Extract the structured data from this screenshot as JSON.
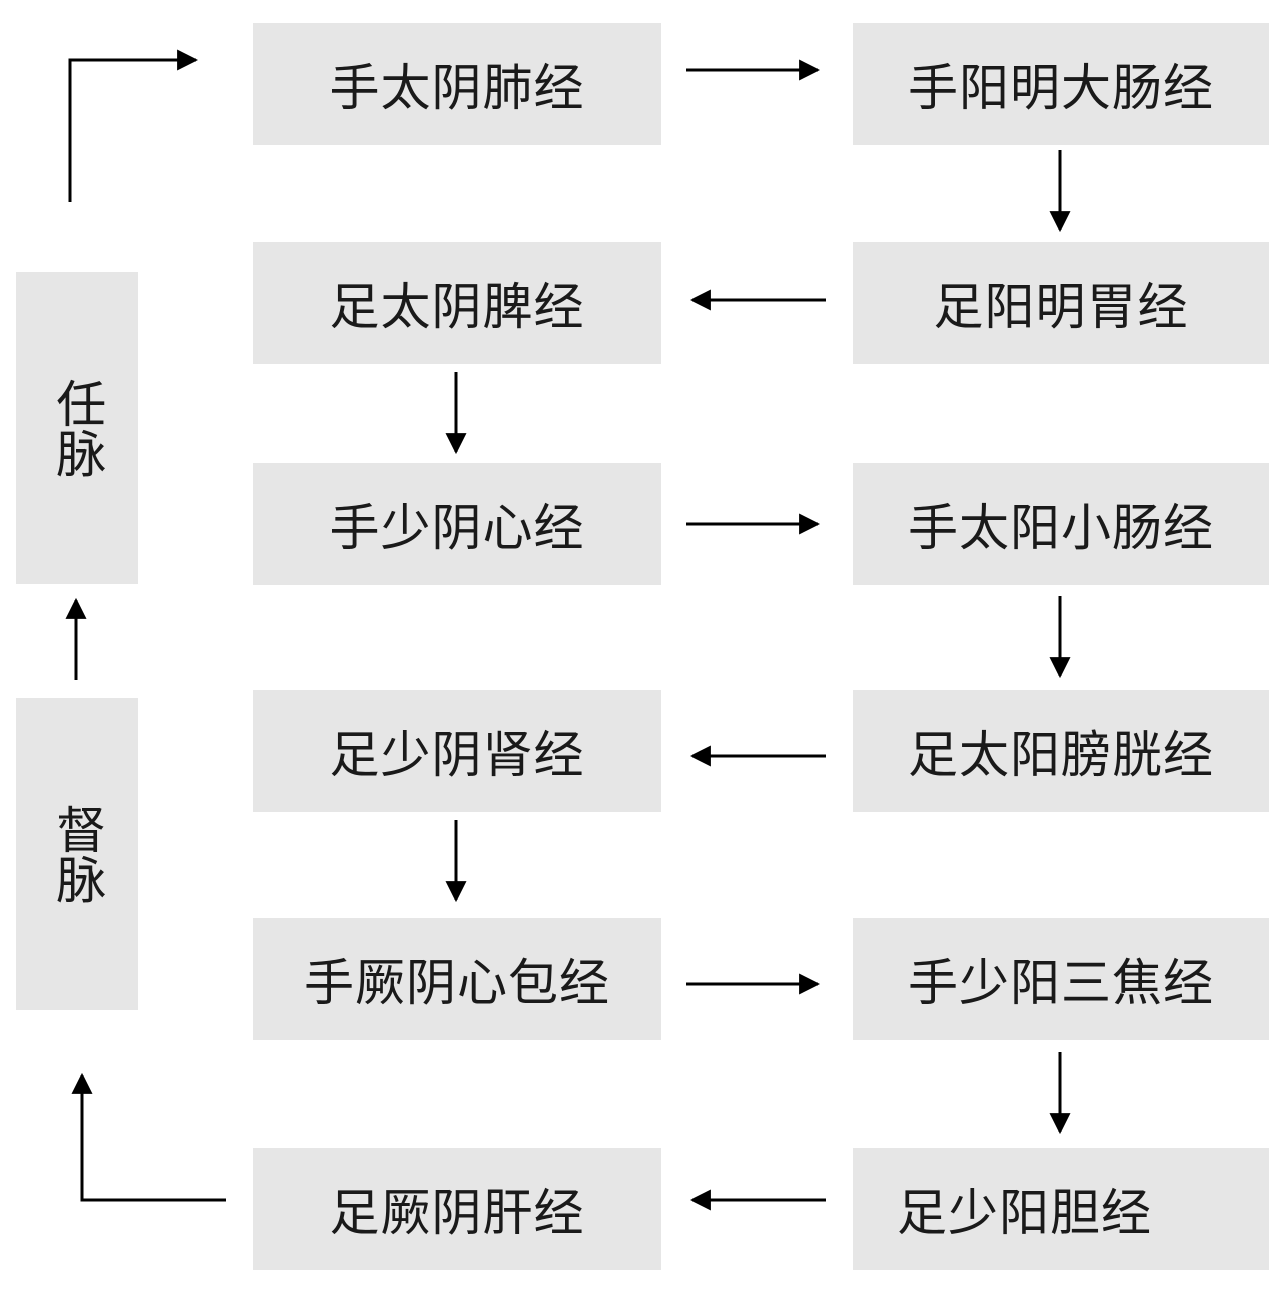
{
  "colors": {
    "box_fill": "#e6e6e6",
    "text": "#1a1a1a",
    "arrow": "#000000"
  },
  "meridians": {
    "m1": "手太阴肺经",
    "m2": "手阳明大肠经",
    "m3": "足阳明胃经",
    "m4": "足太阴脾经",
    "m5": "手少阴心经",
    "m6": "手太阳小肠经",
    "m7": "足太阳膀胱经",
    "m8": "足少阴肾经",
    "m9": "手厥阴心包经",
    "m10": "手少阳三焦经",
    "m11": "足少阳胆经",
    "m12": "足厥阴肝经"
  },
  "vessels": {
    "ren": "任脉",
    "du": "督脉"
  }
}
